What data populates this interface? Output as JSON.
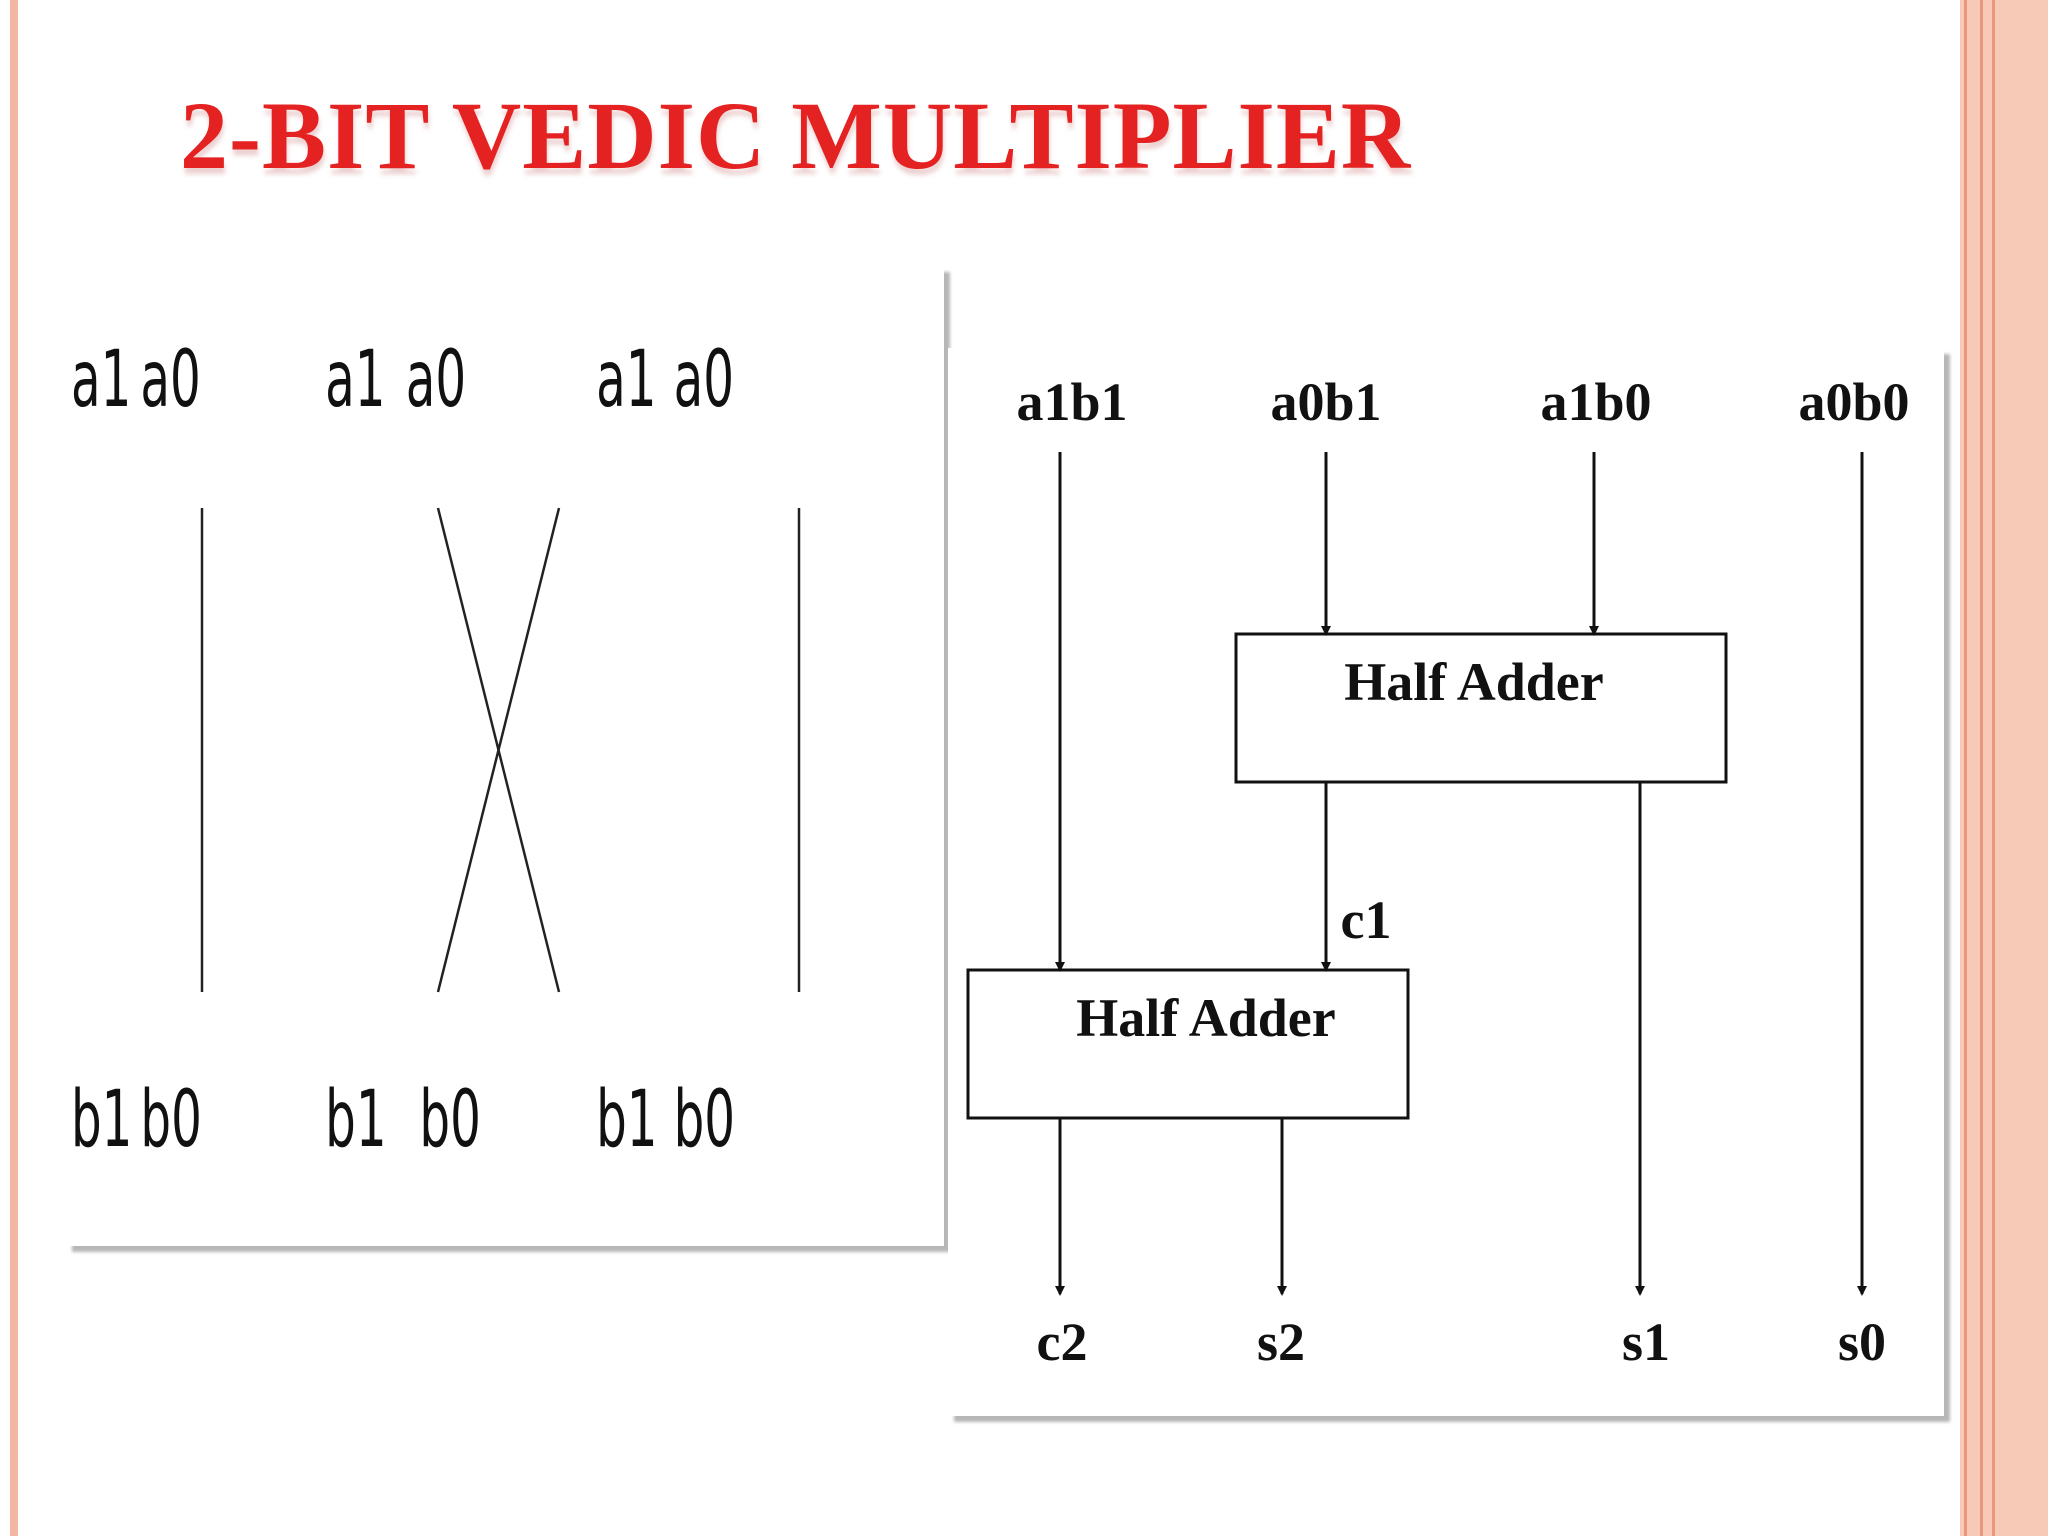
{
  "slide": {
    "title": "2-BIT VEDIC MULTIPLIER",
    "colors": {
      "title": "#e52222",
      "edge": "#f2b6a2",
      "shadow": "#b7b7b7"
    }
  },
  "crosswise_panel": {
    "groups": [
      {
        "top": [
          "a1",
          "a0"
        ],
        "bottom": [
          "b1",
          "b0"
        ],
        "pattern": "vertical"
      },
      {
        "top": [
          "a1",
          "a0"
        ],
        "bottom": [
          "b1",
          "b0"
        ],
        "pattern": "crosswise"
      },
      {
        "top": [
          "a1",
          "a0"
        ],
        "bottom": [
          "b1",
          "b0"
        ],
        "pattern": "vertical"
      }
    ]
  },
  "circuit": {
    "inputs": [
      "a1b1",
      "a0b1",
      "a1b0",
      "a0b0"
    ],
    "blocks": [
      "Half Adder",
      "Half Adder"
    ],
    "carry_label": "c1",
    "outputs": [
      "c2",
      "s2",
      "s1",
      "s0"
    ]
  }
}
